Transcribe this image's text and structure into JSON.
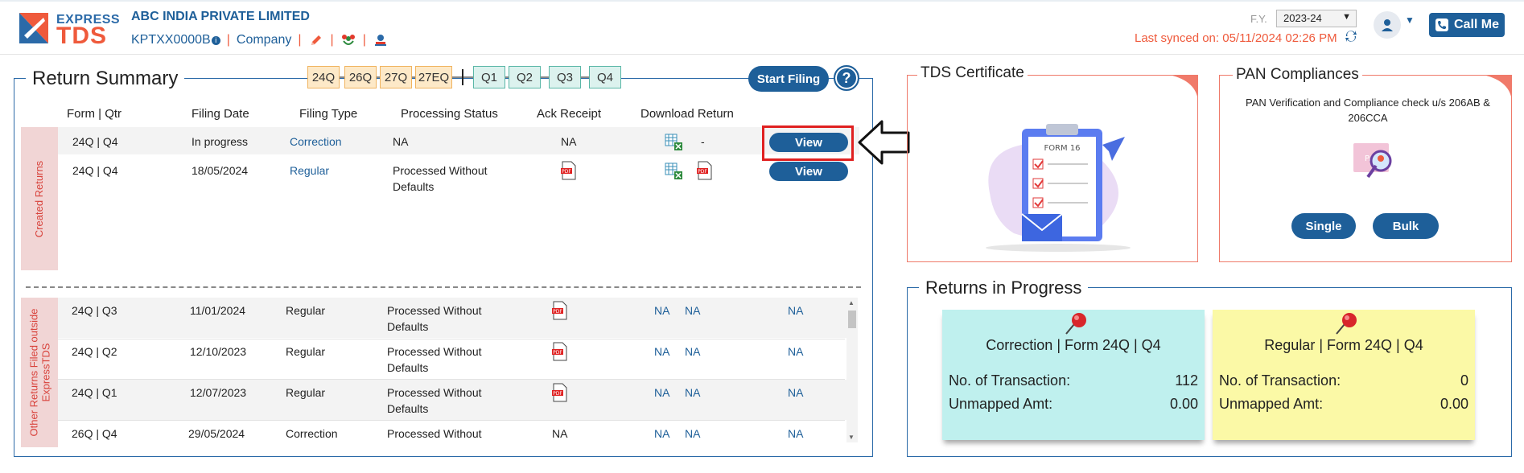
{
  "header": {
    "logo_express": "EXPRESS",
    "logo_tds": "TDS",
    "company_name": "ABC INDIA PRIVATE LIMITED",
    "tan": "KPTXX0000B",
    "tan_info": "i",
    "entity_type": "Company",
    "separator": "|",
    "fy_label": "F.Y.",
    "fy_value": "2023-24",
    "last_synced": "Last synced on: 05/11/2024 02:26 PM",
    "call_me": "Call Me"
  },
  "return_summary": {
    "title": "Return Summary",
    "form_chips": [
      "24Q",
      "26Q",
      "27Q",
      "27EQ"
    ],
    "quarter_chips": [
      "Q1",
      "Q2",
      "Q3",
      "Q4"
    ],
    "start_filing": "Start Filing",
    "help": "?",
    "columns": [
      "Form | Qtr",
      "Filing Date",
      "Filing Type",
      "Processing Status",
      "Ack Receipt",
      "Download Return"
    ],
    "created_label": "Created Returns",
    "created_rows": [
      {
        "form_qtr": "24Q | Q4",
        "filing_date": "In progress",
        "filing_type": "Correction",
        "status": "NA",
        "ack": "NA",
        "download_extra": "-",
        "action": "View"
      },
      {
        "form_qtr": "24Q | Q4",
        "filing_date": "18/05/2024",
        "filing_type": "Regular",
        "status_line1": "Processed Without",
        "status_line2": "Defaults",
        "action": "View"
      }
    ],
    "other_label_line1": "Other Returns Filed outside",
    "other_label_line2": "ExpressTDS",
    "other_rows": [
      {
        "form_qtr": "24Q | Q3",
        "filing_date": "11/01/2024",
        "filing_type": "Regular",
        "status_line1": "Processed Without",
        "status_line2": "Defaults",
        "na1": "NA",
        "na2": "NA",
        "na3": "NA"
      },
      {
        "form_qtr": "24Q | Q2",
        "filing_date": "12/10/2023",
        "filing_type": "Regular",
        "status_line1": "Processed Without",
        "status_line2": "Defaults",
        "na1": "NA",
        "na2": "NA",
        "na3": "NA"
      },
      {
        "form_qtr": "24Q | Q1",
        "filing_date": "12/07/2023",
        "filing_type": "Regular",
        "status_line1": "Processed Without",
        "status_line2": "Defaults",
        "na1": "NA",
        "na2": "NA",
        "na3": "NA"
      },
      {
        "form_qtr": "26Q | Q4",
        "filing_date": "29/05/2024",
        "filing_type": "Correction",
        "status_line1": "Processed Without",
        "ack": "NA",
        "na1": "NA",
        "na2": "NA",
        "na3": "NA"
      }
    ]
  },
  "tds_certificate": {
    "title": "TDS Certificate",
    "illustration_text": "FORM 16"
  },
  "pan_compliances": {
    "title": "PAN Compliances",
    "description": "PAN Verification and Compliance check u/s 206AB & 206CCA",
    "card_text": "PAN",
    "single": "Single",
    "bulk": "Bulk"
  },
  "returns_in_progress": {
    "title": "Returns in Progress",
    "cards": [
      {
        "title": "Correction | Form 24Q | Q4",
        "txn_label": "No. of Transaction:",
        "txn_value": "112",
        "amt_label": "Unmapped Amt:",
        "amt_value": "0.00",
        "color": "#bff0ee"
      },
      {
        "title": "Regular | Form 24Q | Q4",
        "txn_label": "No. of Transaction:",
        "txn_value": "0",
        "amt_label": "Unmapped Amt:",
        "amt_value": "0.00",
        "color": "#fbf9a6"
      }
    ]
  },
  "colors": {
    "brand_blue": "#1e5f99",
    "brand_orange": "#ef5a3c",
    "highlight_red": "#e02020"
  }
}
